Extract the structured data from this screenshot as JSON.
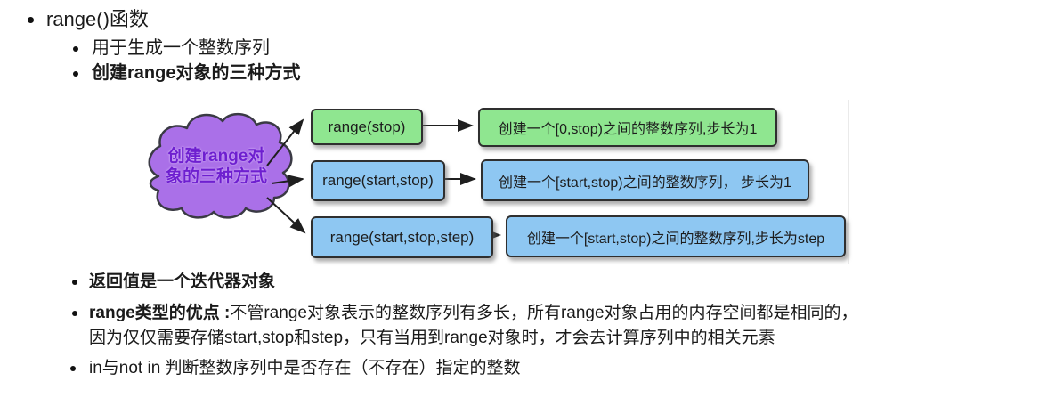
{
  "palette": {
    "green_box": "#8fe690",
    "blue_box": "#8ec7f2",
    "cloud_fill": "#aa70e8",
    "cloud_text": "#6e1fd0",
    "box_border": "#2f2f2f",
    "body_text": "#1a1a1a"
  },
  "outline": {
    "title": "range()函数",
    "sub_bullets": [
      {
        "label": "用于生成一个整数序列"
      },
      {
        "label": "创建range对象的三种方式"
      }
    ]
  },
  "diagram": {
    "cloud": {
      "line1": "创建range对",
      "line2": "象的三种方式"
    },
    "rows": [
      {
        "call": "range(stop)",
        "desc": "创建一个[0,stop)之间的整数序列,步长为1"
      },
      {
        "call": "range(start,stop)",
        "desc": "创建一个[start,stop)之间的整数序列， 步长为1"
      },
      {
        "call": "range(start,stop,step)",
        "desc": "创建一个[start,stop)之间的整数序列,步长为step"
      }
    ]
  },
  "notes": {
    "returns": "返回值是一个迭代器对象",
    "advantage_bold": "range类型的优点 :",
    "advantage_line1": "不管range对象表示的整数序列有多长，所有range对象占用的内存空间都是相同的，",
    "advantage_line2": "因为仅仅需要存储start,stop和step，只有当用到range对象时，才会去计算序列中的相关元素",
    "membership": "in与not in 判断整数序列中是否存在（不存在）指定的整数"
  }
}
